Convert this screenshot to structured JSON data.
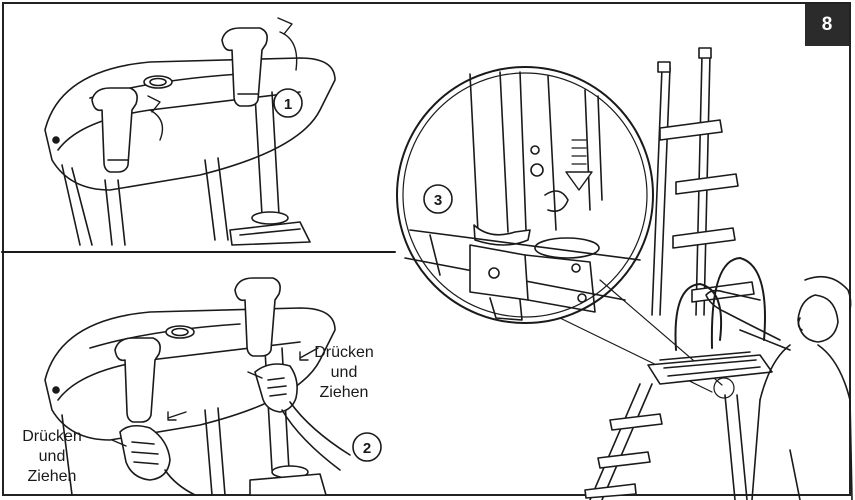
{
  "page_number": "8",
  "steps": [
    {
      "number": "1"
    },
    {
      "number": "2"
    },
    {
      "number": "3"
    }
  ],
  "captions": {
    "right": {
      "line1": "Drücken",
      "line2": "und",
      "line3": "Ziehen"
    },
    "left": {
      "line1": "Drücken",
      "line2": "und",
      "line3": "Ziehen"
    }
  }
}
